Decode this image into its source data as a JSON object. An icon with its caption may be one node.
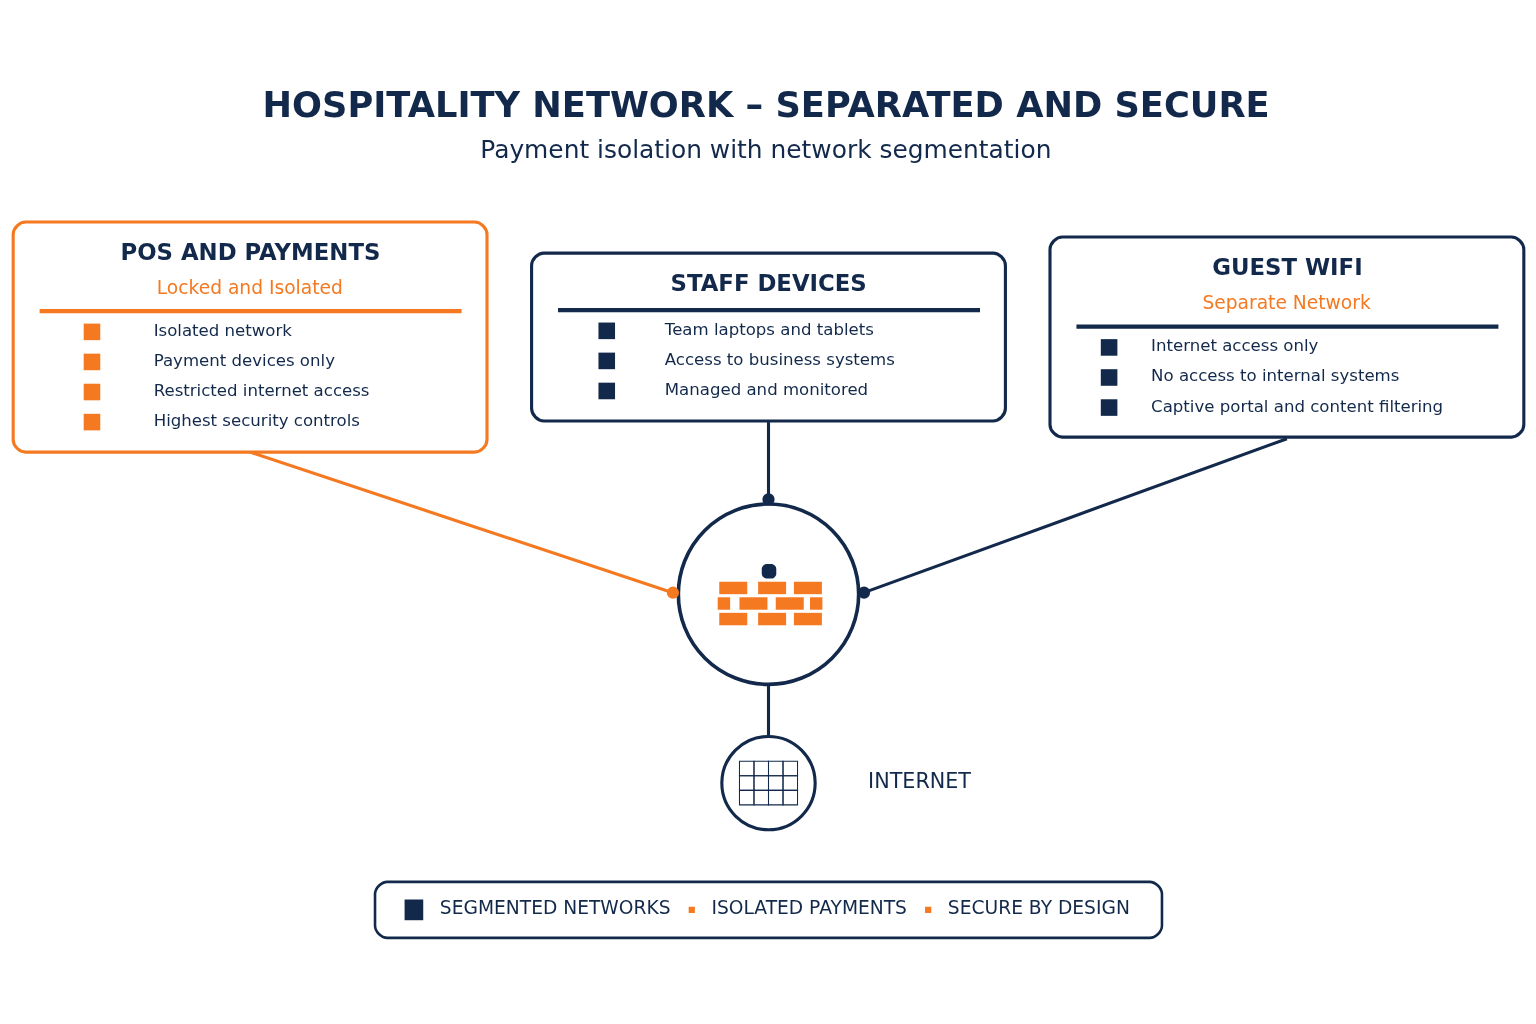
{
  "diagram": {
    "title": "HOSPITALITY NETWORK – SEPARATED AND SECURE",
    "nodes": [
      {
        "text": [
          "POS AND PAYMENTS",
          "Locked and Isolated",
          "Isolated network",
          "Payment devices only",
          "Restricted internet access",
          "Highest security controls"
        ]
      },
      {
        "text": [
          "STAFF DEVICES",
          "Team laptops and tablets",
          "Access to business systems",
          "Managed and monitored"
        ]
      },
      {
        "text": [
          "GUEST WIFI",
          "Separate Network",
          "Internet access only",
          "No access to internal systems",
          "Captive portal and content filtering"
        ]
      },
      {
        "text": [],
        "shape": "circle"
      },
      {
        "text": [],
        "shape": "picture",
        "beside": [
          "INTERNET"
        ]
      },
      {
        "text": [
          "SEGMENTED NETWORKS",
          "ISOLATED PAYMENTS",
          "SECURE BY DESIGN"
        ]
      }
    ],
    "edges": [
      {
        "from": 0,
        "to": 3,
        "arrow": "other",
        "color": "#f47920"
      },
      {
        "from": 1,
        "to": 3,
        "arrow": "other"
      },
      {
        "from": 2,
        "to": 3,
        "arrow": "other"
      },
      {
        "from": 3,
        "to": 4,
        "arrow": "none"
      }
    ],
    "labels": [
      "Payment isolation with network segmentation"
    ]
  }
}
